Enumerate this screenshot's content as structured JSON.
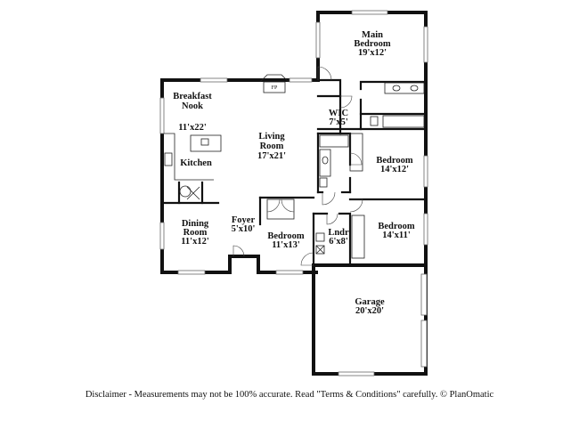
{
  "rooms": {
    "main_bedroom": {
      "name_line1": "Main",
      "name_line2": "Bedroom",
      "dims": "19'x12'"
    },
    "breakfast_nook": {
      "name_line1": "Breakfast",
      "name_line2": "Nook",
      "dims": "11'x22'"
    },
    "kitchen": {
      "name": "Kitchen"
    },
    "living_room": {
      "name_line1": "Living",
      "name_line2": "Room",
      "dims": "17'x21'"
    },
    "wic": {
      "name": "WIC",
      "dims": "7'x5'"
    },
    "bedroom_east": {
      "name": "Bedroom",
      "dims": "14'x12'"
    },
    "dining_room": {
      "name_line1": "Dining",
      "name_line2": "Room",
      "dims": "11'x12'"
    },
    "foyer": {
      "name": "Foyer",
      "dims": "5'x10'"
    },
    "bedroom_south": {
      "name": "Bedroom",
      "dims": "11'x13'"
    },
    "laundry": {
      "name": "Lndr",
      "dims": "6'x8'"
    },
    "bedroom_southeast": {
      "name": "Bedroom",
      "dims": "14'x11'"
    },
    "garage": {
      "name": "Garage",
      "dims": "20'x20'"
    }
  },
  "fireplace_label": "FP",
  "disclaimer": "Disclaimer - Measurements may not be 100% accurate. Read \"Terms & Conditions\" carefully. © PlanOmatic"
}
